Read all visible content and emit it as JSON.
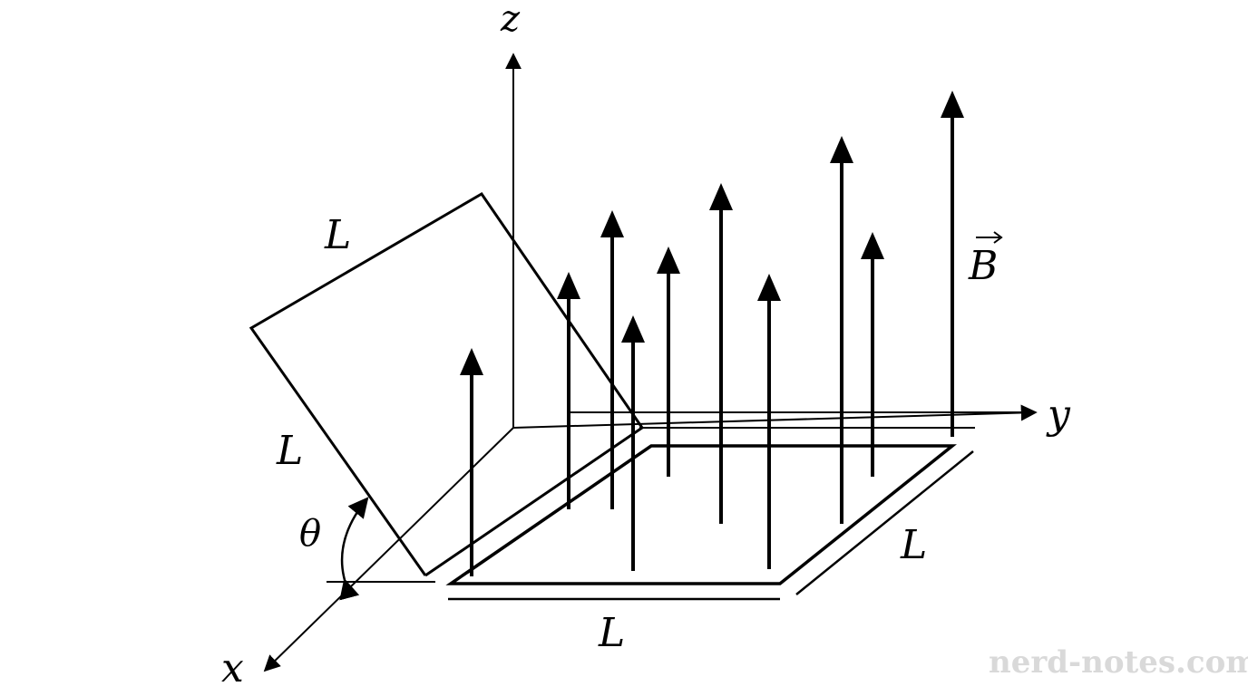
{
  "axes": {
    "x": "x",
    "y": "y",
    "z": "z"
  },
  "field_label": "B",
  "side_labels": [
    "L",
    "L",
    "L",
    "L"
  ],
  "angle_label": "θ",
  "watermark": "nerd-notes.com",
  "colors": {
    "ink": "#000000",
    "watermark": "#d9d9d9"
  }
}
